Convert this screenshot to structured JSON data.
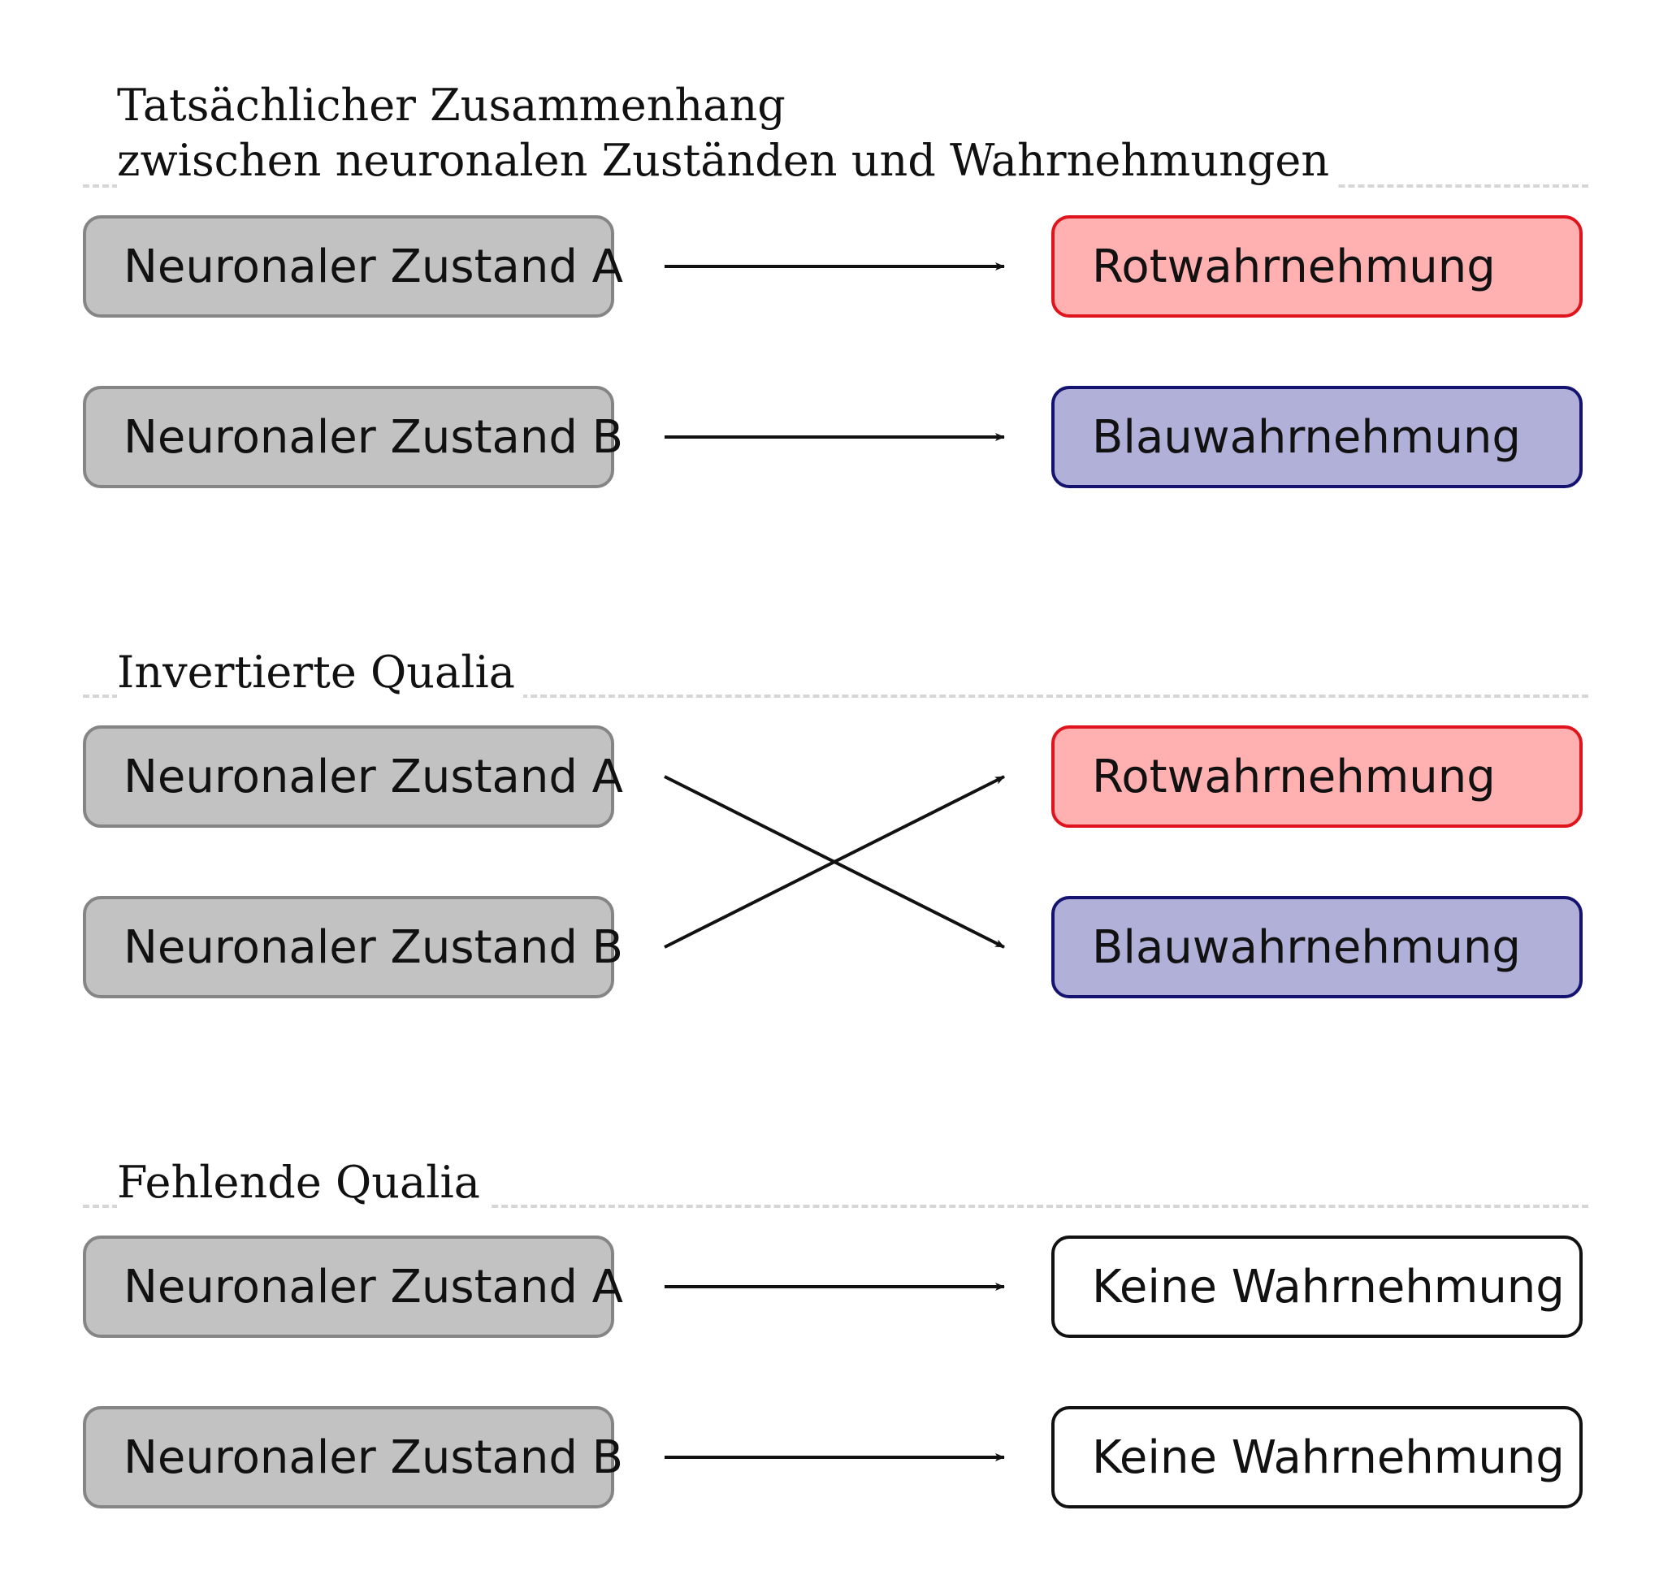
{
  "colors": {
    "neural_fill": "#c2c2c2",
    "neural_border": "#858585",
    "red_fill": "#ffb0b0",
    "red_border": "#e0141c",
    "blue_fill": "#b0b0d8",
    "blue_border": "#141470",
    "none_fill": "#ffffff",
    "none_border": "#111111",
    "divider": "#d6d6d6"
  },
  "sections": [
    {
      "title_lines": [
        "Tatsächlicher Zusammenhang",
        "zwischen neuronalen Zuständen und Wahrnehmungen"
      ],
      "rows": [
        {
          "state": "Neuronaler Zustand A",
          "perception": "Rotwahrnehmung"
        },
        {
          "state": "Neuronaler Zustand B",
          "perception": "Blauwahrnehmung"
        }
      ],
      "mapping": "straight"
    },
    {
      "title_lines": [
        "Invertierte Qualia"
      ],
      "rows": [
        {
          "state": "Neuronaler Zustand A",
          "perception": "Rotwahrnehmung"
        },
        {
          "state": "Neuronaler Zustand B",
          "perception": "Blauwahrnehmung"
        }
      ],
      "mapping": "crossed"
    },
    {
      "title_lines": [
        "Fehlende Qualia"
      ],
      "rows": [
        {
          "state": "Neuronaler Zustand A",
          "perception": "Keine Wahrnehmung"
        },
        {
          "state": "Neuronaler Zustand B",
          "perception": "Keine Wahrnehmung"
        }
      ],
      "mapping": "straight"
    }
  ]
}
